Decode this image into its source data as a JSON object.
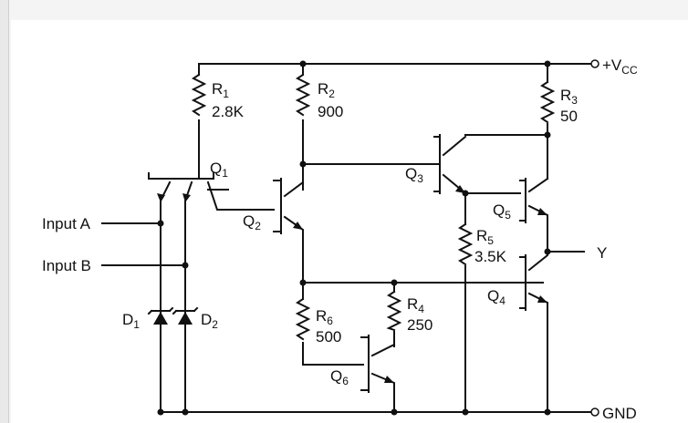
{
  "diagram": {
    "supply_label": "+V",
    "supply_sub": "CC",
    "ground_label": "GND",
    "output_label": "Y",
    "inputs": [
      {
        "id": "input-a",
        "label": "Input A"
      },
      {
        "id": "input-b",
        "label": "Input B"
      }
    ],
    "resistors": [
      {
        "id": "r1",
        "name": "R",
        "sub": "1",
        "value": "2.8K"
      },
      {
        "id": "r2",
        "name": "R",
        "sub": "2",
        "value": "900"
      },
      {
        "id": "r3",
        "name": "R",
        "sub": "3",
        "value": "50"
      },
      {
        "id": "r4",
        "name": "R",
        "sub": "4",
        "value": "250"
      },
      {
        "id": "r5",
        "name": "R",
        "sub": "5",
        "value": "3.5K"
      },
      {
        "id": "r6",
        "name": "R",
        "sub": "6",
        "value": "500"
      }
    ],
    "transistors": [
      {
        "id": "q1",
        "name": "Q",
        "sub": "1"
      },
      {
        "id": "q2",
        "name": "Q",
        "sub": "2"
      },
      {
        "id": "q3",
        "name": "Q",
        "sub": "3"
      },
      {
        "id": "q4",
        "name": "Q",
        "sub": "4"
      },
      {
        "id": "q5",
        "name": "Q",
        "sub": "5"
      },
      {
        "id": "q6",
        "name": "Q",
        "sub": "6"
      }
    ],
    "diodes": [
      {
        "id": "d1",
        "name": "D",
        "sub": "1"
      },
      {
        "id": "d2",
        "name": "D",
        "sub": "2"
      }
    ],
    "colors": {
      "ink": "#111111",
      "background": "#ffffff"
    }
  }
}
